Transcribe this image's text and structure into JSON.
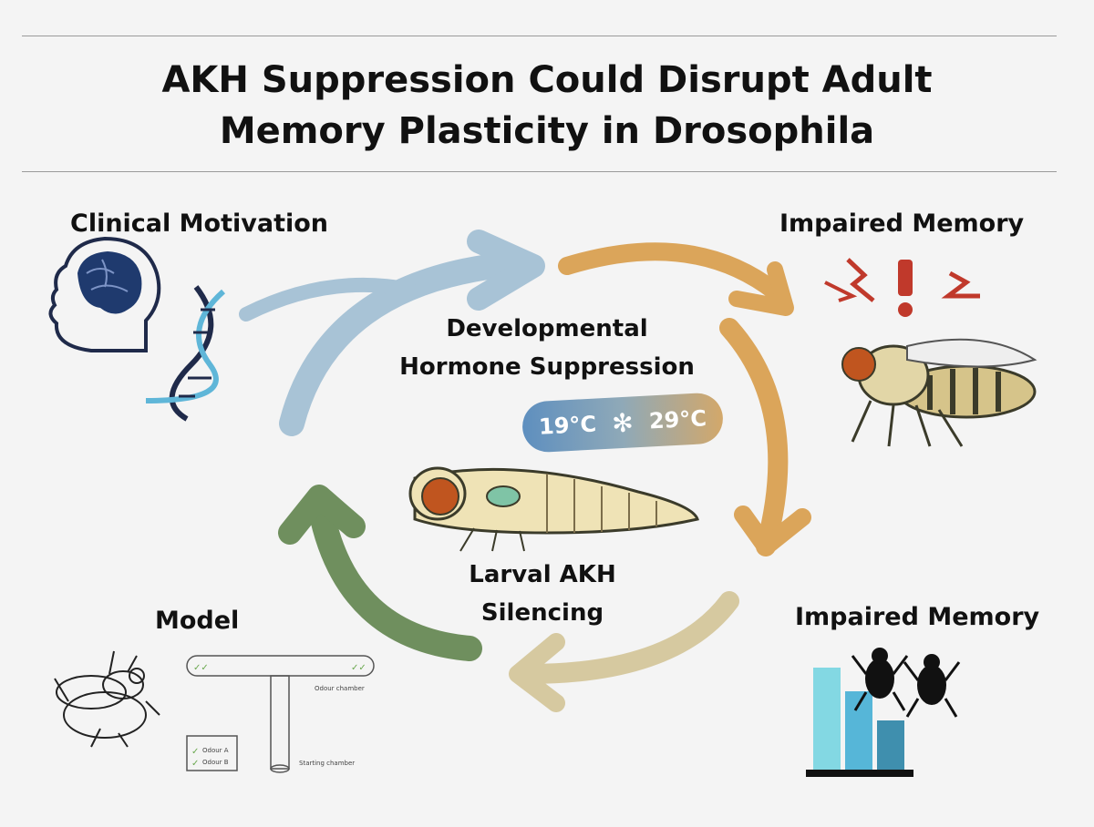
{
  "title": {
    "line1": "AKH Suppression Could Disrupt Adult",
    "line2": "Memory Plasticity in Drosophila"
  },
  "nodes": {
    "clinical": "Clinical Motivation",
    "impaired_top": "Impaired Memory",
    "impaired_bottom": "Impaired Memory",
    "model": "Model"
  },
  "center": {
    "developmental_line1": "Developmental",
    "developmental_line2": "Hormone Suppression",
    "larval_line1": "Larval AKH",
    "larval_line2": "Silencing"
  },
  "temperature": {
    "low": "19°C",
    "high": "29°C"
  },
  "maze": {
    "odour_chamber": "Odour chamber",
    "starting_chamber": "Starting chamber",
    "odour_a": "Odour A",
    "odour_b": "Odour B"
  },
  "colors": {
    "arrow_blue": "#a8c3d6",
    "arrow_orange": "#dba55a",
    "arrow_beige": "#d6c9a0",
    "arrow_green": "#6f8f5e",
    "bar1": "#83d8e3",
    "bar2": "#56b6d8",
    "bar3": "#3f8fae"
  }
}
